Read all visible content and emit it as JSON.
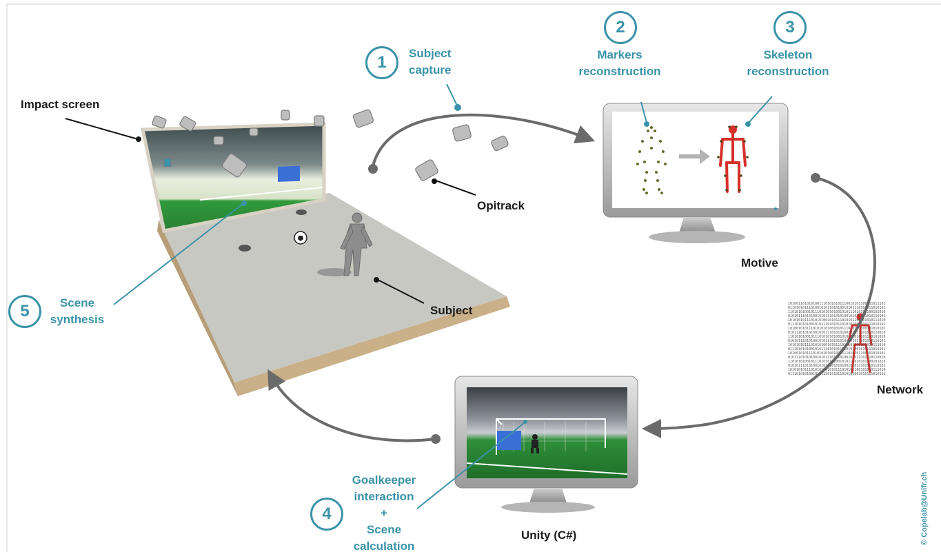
{
  "steps": {
    "s1": {
      "number": "1",
      "line1": "Subject",
      "line2": "capture"
    },
    "s2": {
      "number": "2",
      "line1": "Markers",
      "line2": "reconstruction"
    },
    "s3": {
      "number": "3",
      "line1": "Skeleton",
      "line2": "reconstruction"
    },
    "s4": {
      "number": "4",
      "line1": "Goalkeeper",
      "line2": "interaction",
      "line3": "+",
      "line4": "Scene",
      "line5": "calculation"
    },
    "s5": {
      "number": "5",
      "line1": "Scene",
      "line2": "synthesis"
    }
  },
  "labels": {
    "impact_screen": "Impact screen",
    "opitrack": "Opitrack",
    "subject": "Subject",
    "motive": "Motive",
    "network": "Network",
    "unity": "Unity (C#)"
  },
  "copyright": "© Copelab@Unifr.ch",
  "colors": {
    "teal": "#3a93a8",
    "arrow": "#6b6b6b",
    "skeleton_red": "#d6302a",
    "field_green": "#2f8f3a",
    "goal_blue": "#3a6fd6"
  }
}
